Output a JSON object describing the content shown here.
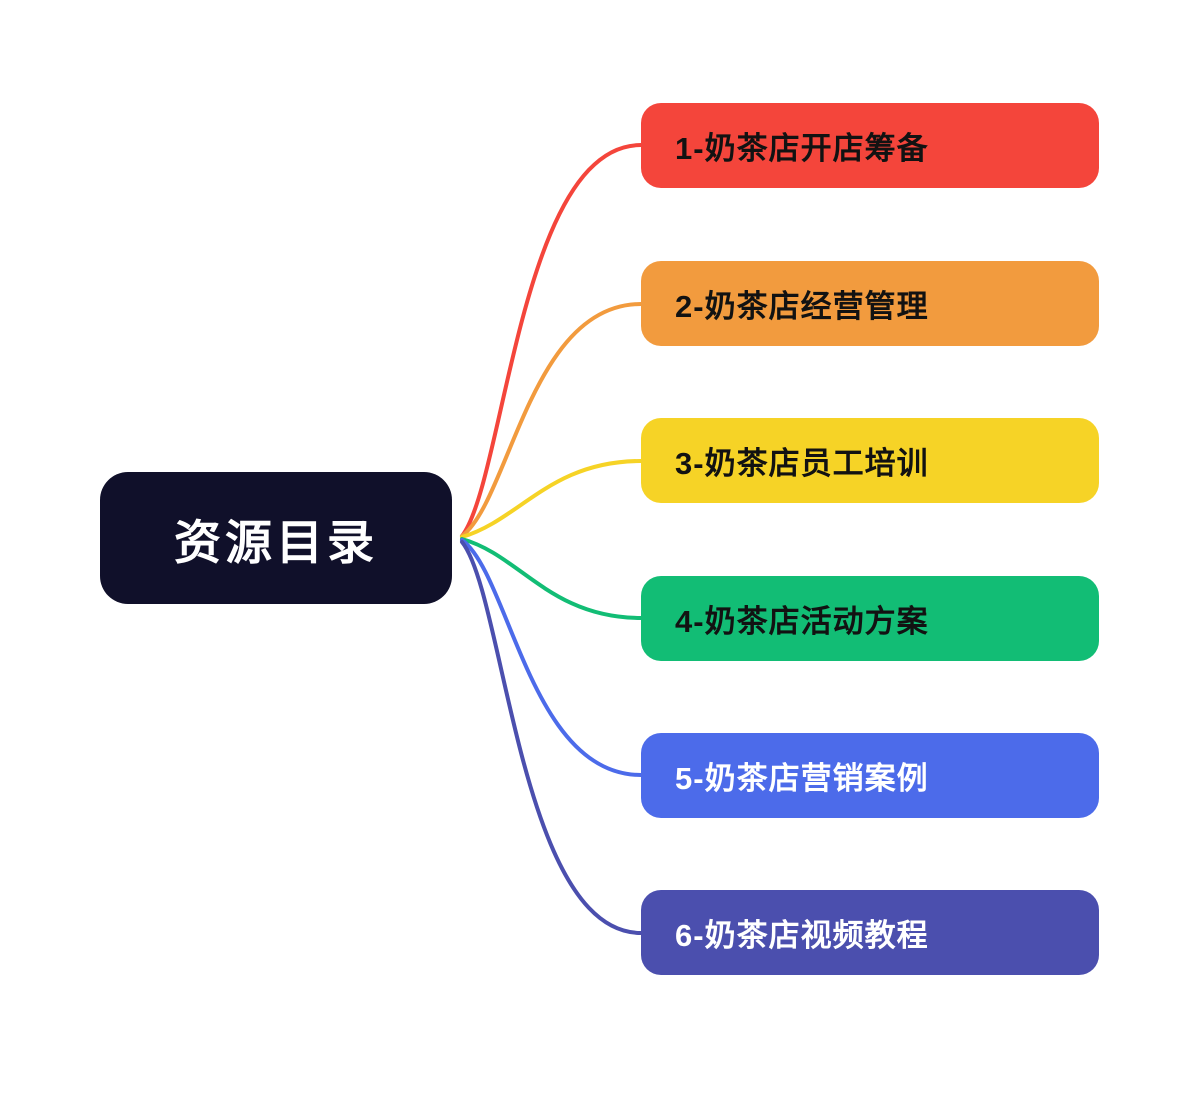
{
  "diagram": {
    "root": {
      "label": "资源目录",
      "bg_color": "#10102a",
      "text_color": "#ffffff"
    },
    "branches": [
      {
        "label": "1-奶茶店开店筹备",
        "color": "#f4453b",
        "text_color": "#121212"
      },
      {
        "label": "2-奶茶店经营管理",
        "color": "#f29b3e",
        "text_color": "#121212"
      },
      {
        "label": "3-奶茶店员工培训",
        "color": "#f6d326",
        "text_color": "#121212"
      },
      {
        "label": "4-奶茶店活动方案",
        "color": "#12bd75",
        "text_color": "#121212"
      },
      {
        "label": "5-奶茶店营销案例",
        "color": "#4c6bea",
        "text_color": "#ffffff"
      },
      {
        "label": "6-奶茶店视频教程",
        "color": "#4b4fae",
        "text_color": "#ffffff"
      }
    ]
  }
}
